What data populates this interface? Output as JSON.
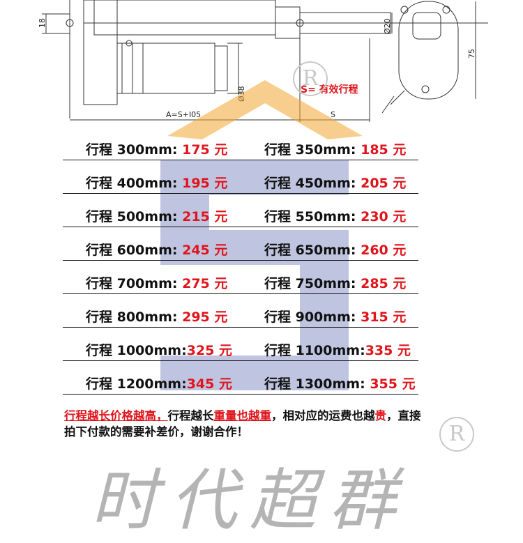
{
  "drawing": {
    "dim_18": "18",
    "dim_38": "Ø38",
    "dim_20": "Ø20",
    "dim_75": "75",
    "dim_a": "A=S+I05",
    "dim_s": "S",
    "stroke_note": "S= 有效行程"
  },
  "price_table": {
    "rows": [
      {
        "left": {
          "label": "行程 300mm: ",
          "price": "175 元"
        },
        "right": {
          "label": "行程 350mm: ",
          "price": "185 元"
        }
      },
      {
        "left": {
          "label": "行程 400mm: ",
          "price": "195 元"
        },
        "right": {
          "label": "行程 450mm: ",
          "price": "205 元"
        }
      },
      {
        "left": {
          "label": "行程 500mm: ",
          "price": "215 元"
        },
        "right": {
          "label": "行程 550mm: ",
          "price": "230 元"
        }
      },
      {
        "left": {
          "label": "行程 600mm: ",
          "price": "245 元"
        },
        "right": {
          "label": "行程 650mm: ",
          "price": "260 元"
        }
      },
      {
        "left": {
          "label": "行程 700mm: ",
          "price": "275 元"
        },
        "right": {
          "label": "行程 750mm: ",
          "price": "285 元"
        }
      },
      {
        "left": {
          "label": "行程 800mm: ",
          "price": "295 元"
        },
        "right": {
          "label": "行程 900mm: ",
          "price": "315 元"
        }
      },
      {
        "left": {
          "label": "行程 1000mm:",
          "price": "325 元"
        },
        "right": {
          "label": "行程 1100mm:",
          "price": "335 元"
        }
      },
      {
        "left": {
          "label": "行程 1200mm:",
          "price": "345 元"
        },
        "right": {
          "label": "行程 1300mm: ",
          "price": "355 元"
        }
      }
    ]
  },
  "notice": {
    "part1_red": "行程越长价格越高，",
    "part2": "行程越长",
    "part3_red": "重量也越重",
    "part4": "，相对应的运费也越",
    "part5_red": "贵",
    "part6": "，直接",
    "line2": "拍下付款的需要补差价，谢谢合作！"
  },
  "watermark": {
    "brand": "时代超群",
    "registered": "R"
  },
  "colors": {
    "price_red": "#e0141b",
    "watermark_blue": "#2b3f97",
    "watermark_orange": "#f2a531",
    "text": "#111111"
  }
}
